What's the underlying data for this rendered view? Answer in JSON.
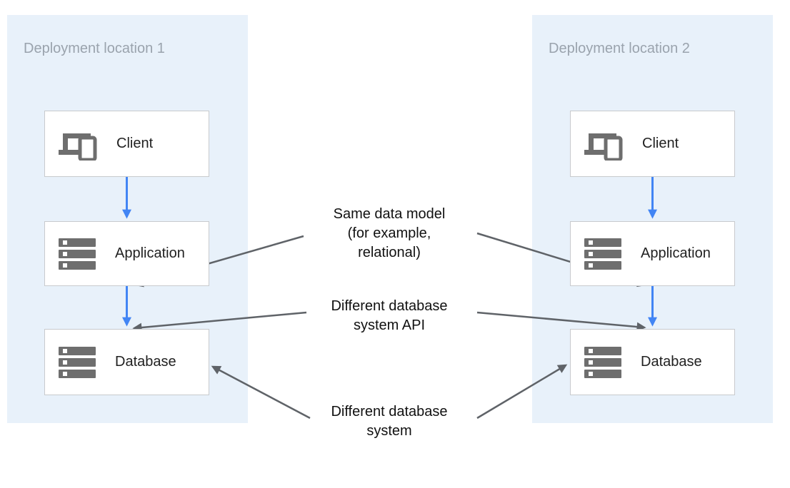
{
  "diagram": {
    "panels": [
      {
        "title": "Deployment location 1",
        "nodes": [
          {
            "icon": "devices-icon",
            "label": "Client"
          },
          {
            "icon": "storage-icon",
            "label": "Application"
          },
          {
            "icon": "storage-icon",
            "label": "Database"
          }
        ]
      },
      {
        "title": "Deployment location 2",
        "nodes": [
          {
            "icon": "devices-icon",
            "label": "Client"
          },
          {
            "icon": "storage-icon",
            "label": "Application"
          },
          {
            "icon": "storage-icon",
            "label": "Database"
          }
        ]
      }
    ],
    "annotations": [
      {
        "text": "Same data model\n(for example,\nrelational)",
        "points_to": "application-boxes"
      },
      {
        "text": "Different database\nsystem API",
        "points_to": "database-api-boundary"
      },
      {
        "text": "Different database\nsystem",
        "points_to": "database-boxes"
      }
    ],
    "flows": [
      {
        "from": "Client",
        "to": "Application",
        "color": "blue"
      },
      {
        "from": "Application",
        "to": "Database",
        "color": "blue"
      }
    ],
    "colors": {
      "panel_bg": "#E8F1FA",
      "panel_title": "#9AA3AD",
      "box_border": "#C8CACD",
      "icon_gray": "#6E6E6E",
      "arrow_blue": "#4285F4",
      "arrow_gray": "#5F6368",
      "label_text": "#212121"
    }
  }
}
